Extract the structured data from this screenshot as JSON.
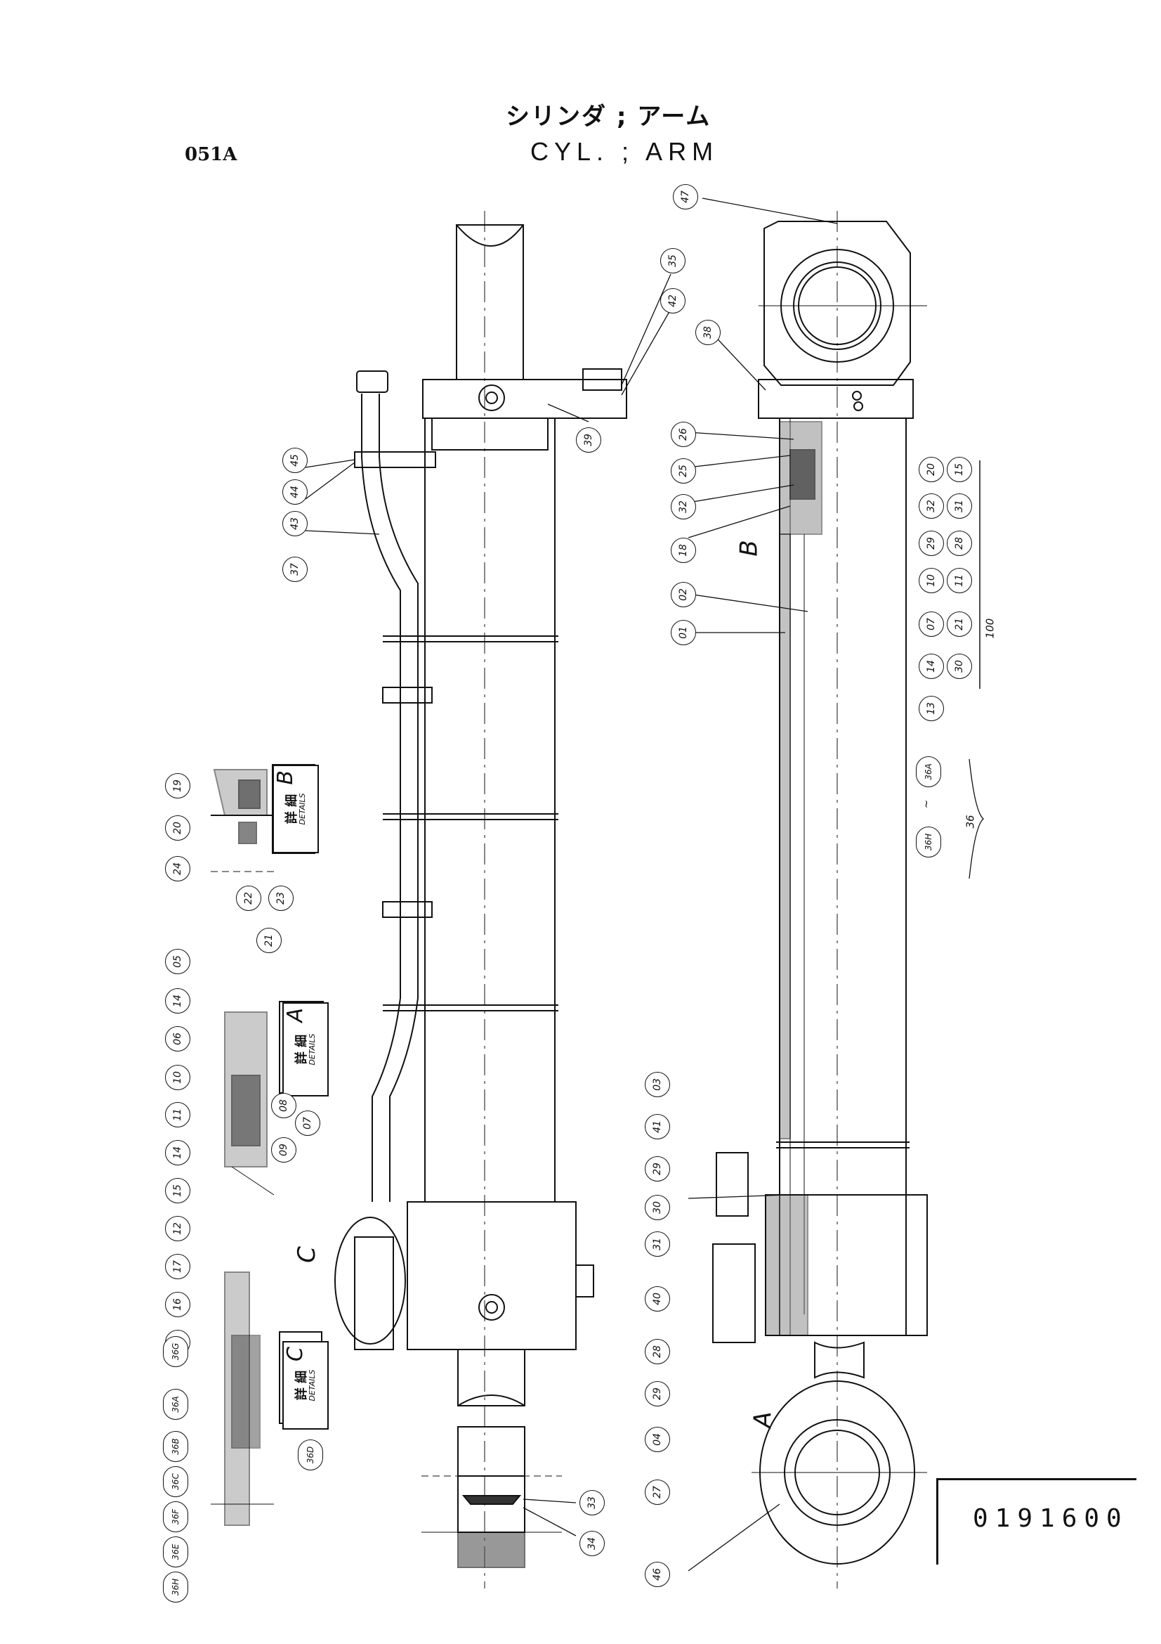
{
  "header": {
    "title_jp": "シリンダ ; アーム",
    "title_en": "CYL. ; ARM",
    "code": "051A"
  },
  "part_number": "0191600",
  "details": {
    "a": {
      "label_jp": "詳 細",
      "label_en": "DETAILS",
      "letter": "A"
    },
    "b": {
      "label_jp": "詳 細",
      "label_en": "DETAILS",
      "letter": "B"
    },
    "c": {
      "label_jp": "詳 細",
      "label_en": "DETAILS",
      "letter": "C"
    }
  },
  "view_letters": {
    "a": "A",
    "b": "B",
    "c": "C"
  },
  "group_numbers": {
    "g100": "100",
    "g36": "36",
    "g36_range": "~"
  },
  "callouts": {
    "c47": "47",
    "c35": "35",
    "c42": "42",
    "c38": "38",
    "c39": "39",
    "c45": "45",
    "c44": "44",
    "c43": "43",
    "c37": "37",
    "c26": "26",
    "c25": "25",
    "c32": "32",
    "c18": "18",
    "c02": "02",
    "c01": "01",
    "c20": "20",
    "c15": "15",
    "c14": "14",
    "c13": "13",
    "c11": "11",
    "c10": "10",
    "c07": "07",
    "c32b": "32",
    "c31": "31",
    "c30": "30",
    "c29": "29",
    "c28": "28",
    "c21": "21",
    "c36a": "36A",
    "c36h": "36H",
    "b19": "19",
    "b20": "20",
    "b24": "24",
    "b22": "22",
    "b23": "23",
    "b21": "21",
    "a05": "05",
    "a14": "14",
    "a06": "06",
    "a10": "10",
    "a11": "11",
    "a14b": "14",
    "a15": "15",
    "a12": "12",
    "a17": "17",
    "a16": "16",
    "a13": "13",
    "a08": "08",
    "a09": "09",
    "a07": "07",
    "d36g": "36G",
    "d36a": "36A",
    "d36b": "36B",
    "d36c": "36C",
    "d36f": "36F",
    "d36e": "36E",
    "d36h": "36H",
    "d36d": "36D",
    "c03": "03",
    "c41": "41",
    "c29b": "29",
    "c30b": "30",
    "c31b": "31",
    "c40": "40",
    "c28b": "28",
    "c29c": "29",
    "c04": "04",
    "c27": "27",
    "c46": "46",
    "c33": "33",
    "c34": "34"
  }
}
